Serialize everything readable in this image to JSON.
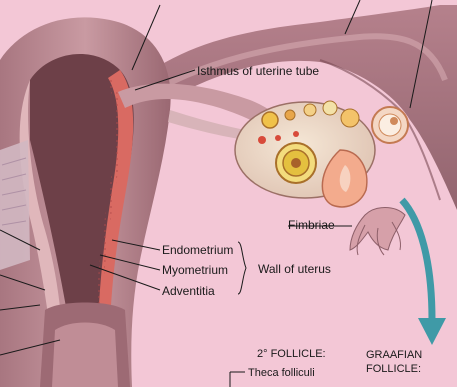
{
  "labels": {
    "isthmus": "Isthmus of uterine tube",
    "fimbriae": "Fimbriae",
    "endometrium": "Endometrium",
    "myometrium": "Myometrium",
    "adventitia": "Adventitia",
    "wall_of_uterus": "Wall of uterus",
    "secondary_follicle": "2° FOLLICLE:",
    "graafian_line1": "GRAAFIAN",
    "graafian_line2": "FOLLICLE:",
    "theca_folliculi": "Theca folliculi"
  },
  "colors": {
    "background": "#f3c7d6",
    "tissue_dark": "#8f5f68",
    "tissue_mid": "#b98790",
    "tissue_light": "#e3c2c6",
    "endometrium_red": "#d96a62",
    "ovary": "#efd9c7",
    "follicle_yellow": "#e4c03f",
    "arrow_teal": "#3f9aa7"
  }
}
